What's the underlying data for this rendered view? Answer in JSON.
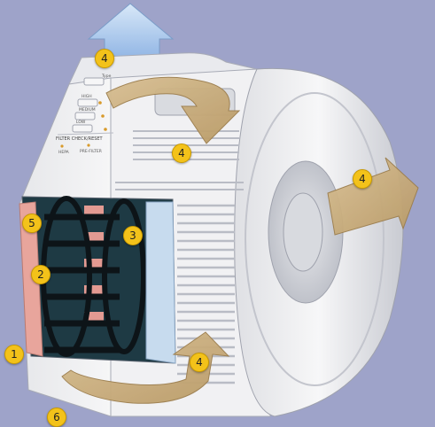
{
  "panel": {
    "buttons": [
      "Type",
      "HIGH",
      "MEDIUM",
      "LOW"
    ],
    "filter_label": "FILTER CHECK/RESET",
    "filter_sub": [
      "HEPA",
      "PRE-FILTER"
    ]
  },
  "callouts": [
    "4",
    "4",
    "4",
    "4",
    "5",
    "3",
    "2",
    "1",
    "6"
  ],
  "colors": {
    "background": "#9ea3c9",
    "badge": "#f3c21a",
    "airflow_arrow": "#c6a97a",
    "outflow_arrow": "#a9c9ec"
  }
}
